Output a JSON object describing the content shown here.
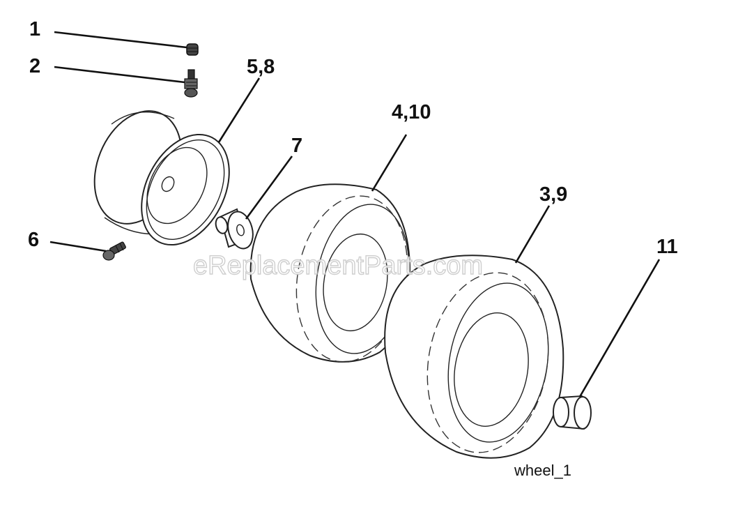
{
  "diagram": {
    "callouts": [
      {
        "id": "c1",
        "text": "1"
      },
      {
        "id": "c2",
        "text": "2"
      },
      {
        "id": "c58",
        "text": "5,8"
      },
      {
        "id": "c410",
        "text": "4,10"
      },
      {
        "id": "c7",
        "text": "7"
      },
      {
        "id": "c39",
        "text": "3,9"
      },
      {
        "id": "c6",
        "text": "6"
      },
      {
        "id": "c11",
        "text": "11"
      }
    ],
    "caption": "wheel_1",
    "watermark": "eReplacementParts.com"
  }
}
